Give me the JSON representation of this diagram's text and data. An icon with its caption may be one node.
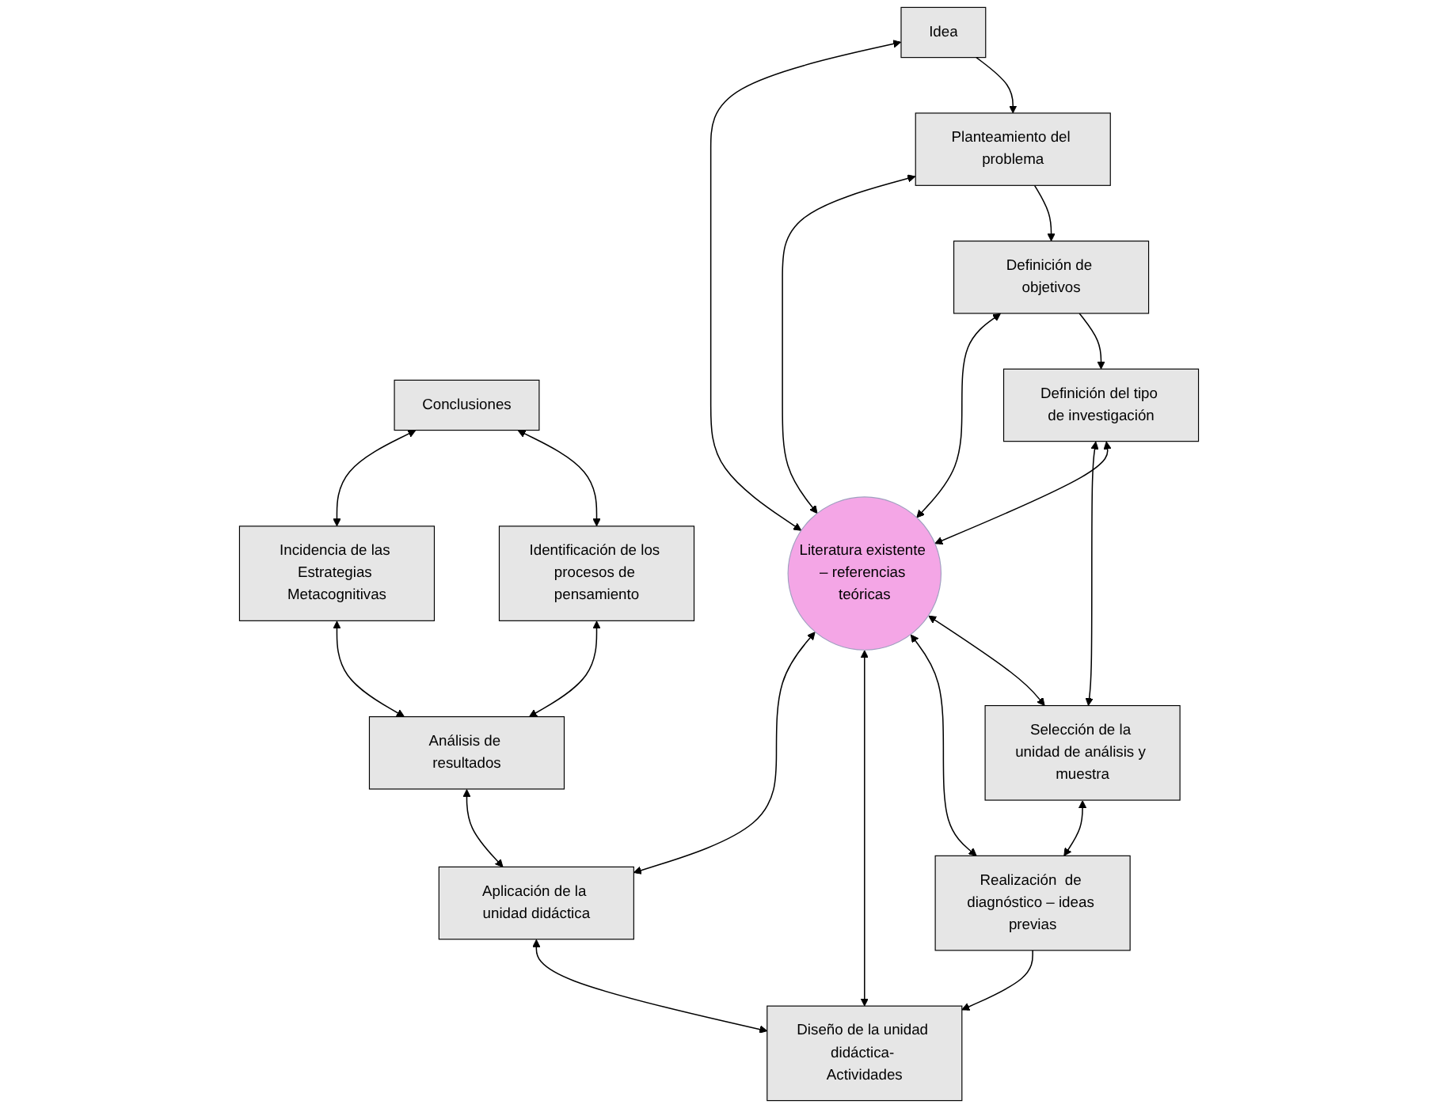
{
  "diagram": {
    "nodes": [
      {
        "text": [
          "Idea"
        ]
      },
      {
        "text": [
          "Planteamiento del problema"
        ]
      },
      {
        "text": [
          "Definición de objetivos"
        ]
      },
      {
        "text": [
          "Definición del tipo de investigación"
        ]
      },
      {
        "text": [
          "Literatura existente – referencias teóricas"
        ]
      },
      {
        "text": [
          "Conclusiones"
        ]
      },
      {
        "text": [
          "Selección de la unidad de análisis y muestra"
        ]
      },
      {
        "text": [
          "Identificación de los procesos de pensamiento"
        ]
      },
      {
        "text": [
          "Incidencia de las Estrategias Metacognitivas"
        ]
      },
      {
        "text": [
          "Realización  de diagnóstico – ideas previas"
        ]
      },
      {
        "text": [
          "Análisis de resultados"
        ]
      },
      {
        "text": [
          "Aplicación de la unidad didáctica"
        ]
      },
      {
        "text": [
          "Diseño de la unidad didáctica- Actividades"
        ]
      }
    ],
    "edges": [
      {
        "from": 0,
        "to": 1,
        "arrow": "to"
      },
      {
        "from": 1,
        "to": 2,
        "arrow": "to"
      },
      {
        "from": 2,
        "to": 3,
        "arrow": "to"
      },
      {
        "from": 0,
        "to": 4,
        "arrow": "both"
      },
      {
        "from": 1,
        "to": 4,
        "arrow": "both"
      },
      {
        "from": 2,
        "to": 4,
        "arrow": "both"
      },
      {
        "from": 3,
        "to": 4,
        "arrow": "both"
      },
      {
        "from": 3,
        "to": 6,
        "arrow": "both"
      },
      {
        "from": 4,
        "to": 6,
        "arrow": "both"
      },
      {
        "from": 6,
        "to": 9,
        "arrow": "both"
      },
      {
        "from": 4,
        "to": 9,
        "arrow": "both"
      },
      {
        "from": 9,
        "to": 12,
        "arrow": "to"
      },
      {
        "from": 4,
        "to": 12,
        "arrow": "both"
      },
      {
        "from": 4,
        "to": 11,
        "arrow": "both"
      },
      {
        "from": 11,
        "to": 12,
        "arrow": "both"
      },
      {
        "from": 10,
        "to": 11,
        "arrow": "both"
      },
      {
        "from": 7,
        "to": 10,
        "arrow": "both"
      },
      {
        "from": 8,
        "to": 10,
        "arrow": "both"
      },
      {
        "from": 5,
        "to": 7,
        "arrow": "both"
      },
      {
        "from": 5,
        "to": 8,
        "arrow": "both"
      }
    ]
  }
}
